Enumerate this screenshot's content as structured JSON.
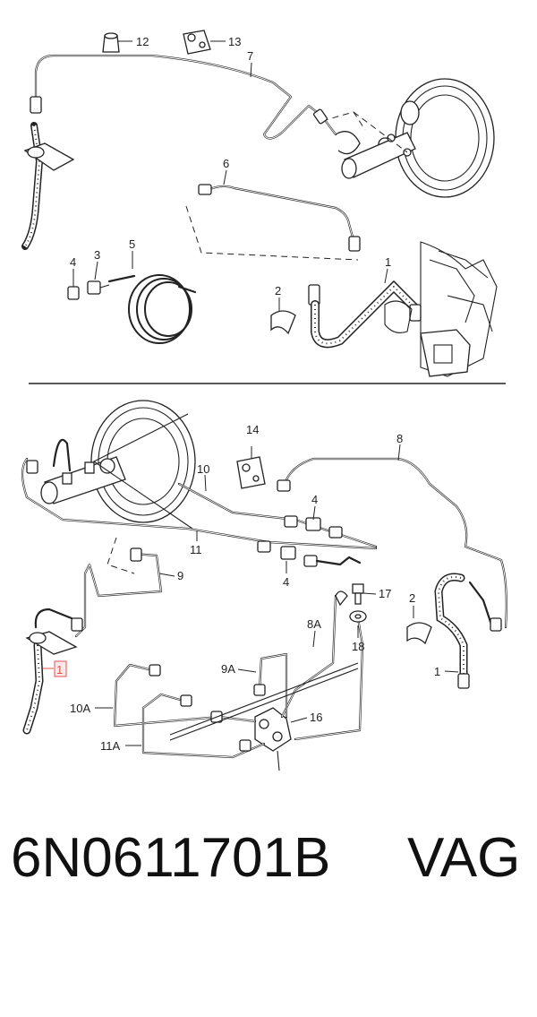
{
  "labels": {
    "l1a": "1",
    "l2a": "2",
    "l3": "3",
    "l4a": "4",
    "l5": "5",
    "l6": "6",
    "l7": "7",
    "l12": "12",
    "l13": "13",
    "l14": "14",
    "l8": "8",
    "l10": "10",
    "l11": "11",
    "l4b": "4",
    "l4c": "4",
    "l9": "9",
    "l17": "17",
    "l2b": "2",
    "l8a": "8A",
    "l18": "18",
    "l9a": "9A",
    "l1b": "1",
    "l1c": "1",
    "l16": "16",
    "l10a": "10A",
    "l11a": "11A"
  },
  "highlight_color": "#e05050",
  "caption": {
    "part_number": "6N0611701B",
    "brand": "VAG"
  }
}
